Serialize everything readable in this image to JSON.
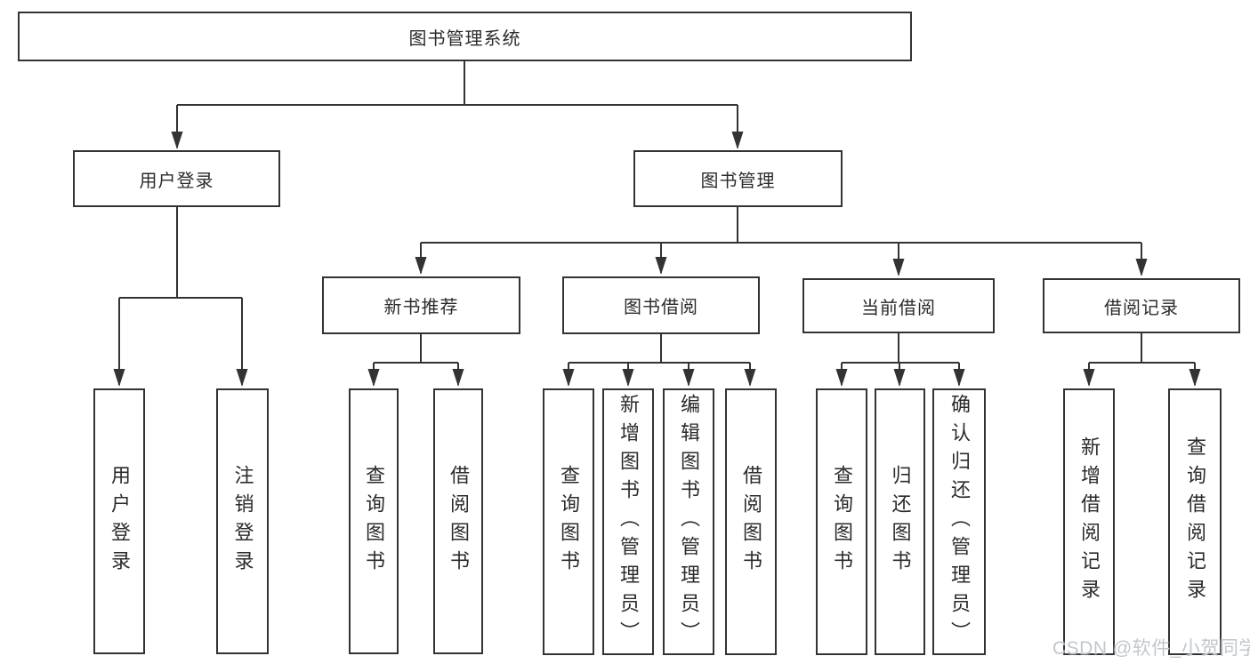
{
  "diagram": {
    "root": {
      "label": "图书管理系统",
      "children": [
        {
          "label": "用户登录",
          "children": [
            {
              "label": "用户登录"
            },
            {
              "label": "注销登录"
            }
          ]
        },
        {
          "label": "图书管理",
          "children": [
            {
              "label": "新书推荐",
              "children": [
                {
                  "label": "查询图书"
                },
                {
                  "label": "借阅图书"
                }
              ]
            },
            {
              "label": "图书借阅",
              "children": [
                {
                  "label": "查询图书"
                },
                {
                  "label": "新增图书（管理员）"
                },
                {
                  "label": "编辑图书（管理员）"
                },
                {
                  "label": "借阅图书"
                }
              ]
            },
            {
              "label": "当前借阅",
              "children": [
                {
                  "label": "查询图书"
                },
                {
                  "label": "归还图书"
                },
                {
                  "label": "确认归还（管理员）"
                }
              ]
            },
            {
              "label": "借阅记录",
              "children": [
                {
                  "label": "新增借阅记录"
                },
                {
                  "label": "查询借阅记录"
                }
              ]
            }
          ]
        }
      ]
    },
    "watermark": "CSDN @软件_小贺同学",
    "colors": {
      "line": "#333333",
      "box_border": "#333333",
      "box_fill": "#ffffff",
      "text": "#2b2b2b",
      "watermark": "#c2c7cc",
      "background": "#ffffff"
    }
  }
}
